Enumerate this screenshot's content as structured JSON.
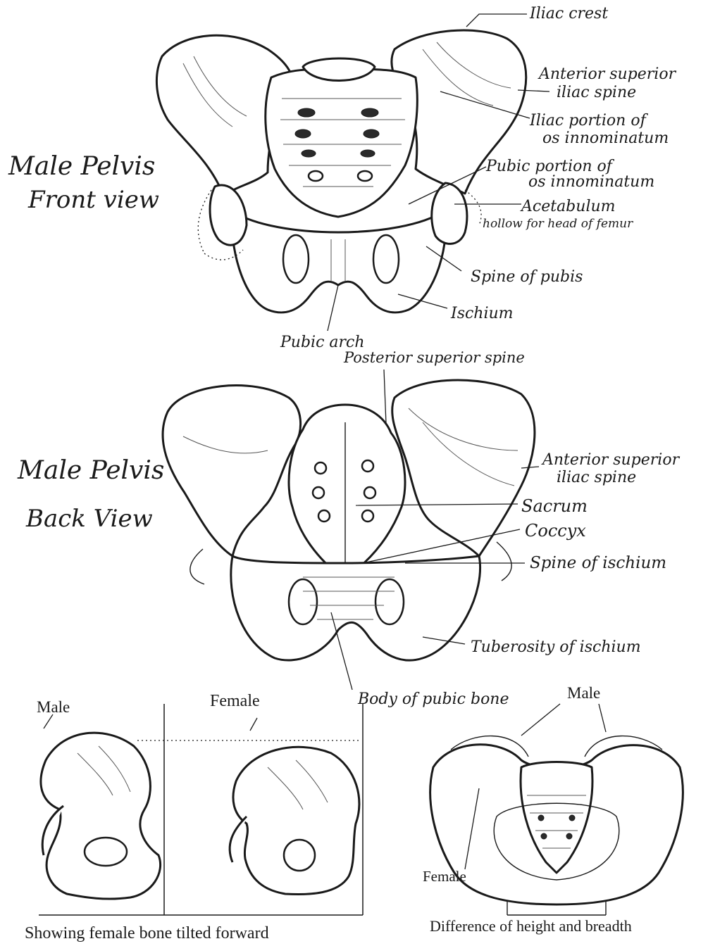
{
  "titles": {
    "front_line1": "Male Pelvis",
    "front_line2": "Front view",
    "back_line1": "Male Pelvis",
    "back_line2": "Back View"
  },
  "front_labels": {
    "iliac_crest": "Iliac crest",
    "ant_sup_1": "Anterior superior",
    "ant_sup_2": "iliac spine",
    "iliac_portion_1": "Iliac portion of",
    "iliac_portion_2": "os innominatum",
    "pubic_portion_1": "Pubic portion of",
    "pubic_portion_2": "os innominatum",
    "acetabulum": "Acetabulum",
    "acetabulum_note": "hollow for head of femur",
    "spine_of_pubis": "Spine of pubis",
    "ischium": "Ischium",
    "pubic_arch": "Pubic arch"
  },
  "back_labels": {
    "posterior_superior_spine": "Posterior superior spine",
    "ant_sup_1": "Anterior superior",
    "ant_sup_2": "iliac spine",
    "sacrum": "Sacrum",
    "coccyx": "Coccyx",
    "spine_of_ischium": "Spine of ischium",
    "tuberosity": "Tuberosity of ischium",
    "body_pubic_bone": "Body of pubic bone"
  },
  "bottom_labels": {
    "male_left": "Male",
    "female_left": "Female",
    "male_right": "Male",
    "female_right": "Female",
    "caption_left": "Showing female bone tilted forward",
    "caption_right": "Difference of height and breadth"
  }
}
